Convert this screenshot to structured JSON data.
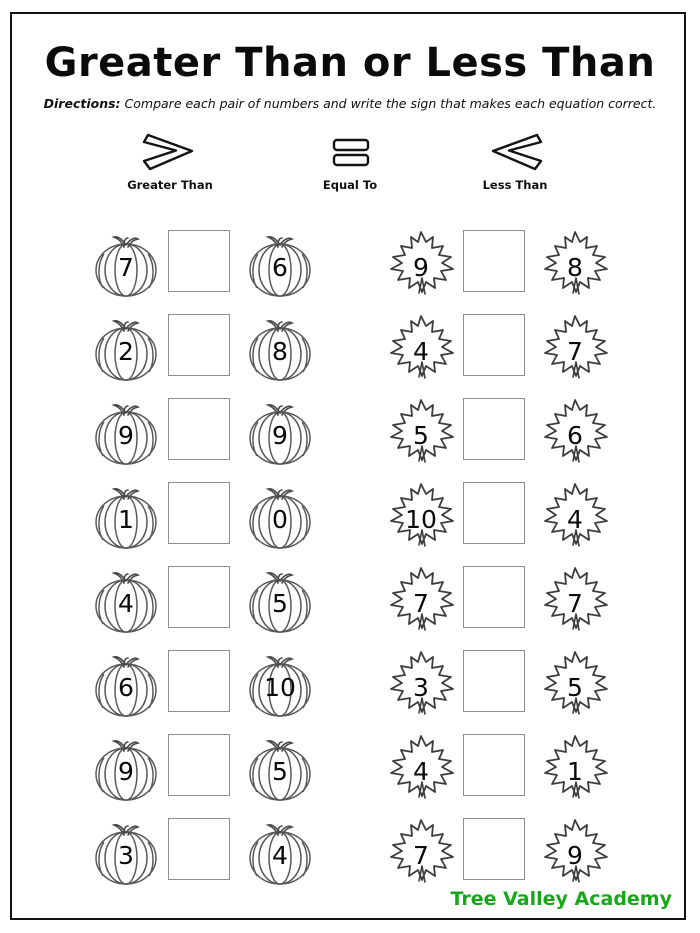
{
  "page": {
    "title": "Greater Than or Less Than",
    "directions_label": "Directions:",
    "directions_text": "Compare each pair of numbers and write the sign that makes each equation correct.",
    "brand": "Tree Valley Academy",
    "brand_color": "#18a718",
    "border_color": "#121212",
    "ink_color": "#0a0a0a"
  },
  "legend": {
    "items": [
      {
        "symbol": ">",
        "icon": "greater-than-icon",
        "label": "Greater Than"
      },
      {
        "symbol": "=",
        "icon": "equal-to-icon",
        "label": "Equal To"
      },
      {
        "symbol": "<",
        "icon": "less-than-icon",
        "label": "Less Than"
      }
    ]
  },
  "columns": [
    {
      "id": "left",
      "figure": "pumpkin",
      "rows": [
        {
          "left": "7",
          "right": "6"
        },
        {
          "left": "2",
          "right": "8"
        },
        {
          "left": "9",
          "right": "9"
        },
        {
          "left": "1",
          "right": "0"
        },
        {
          "left": "4",
          "right": "5"
        },
        {
          "left": "6",
          "right": "10"
        },
        {
          "left": "9",
          "right": "5"
        },
        {
          "left": "3",
          "right": "4"
        }
      ]
    },
    {
      "id": "right",
      "figure": "leaf",
      "rows": [
        {
          "left": "9",
          "right": "8"
        },
        {
          "left": "4",
          "right": "7"
        },
        {
          "left": "5",
          "right": "6"
        },
        {
          "left": "10",
          "right": "4"
        },
        {
          "left": "7",
          "right": "7"
        },
        {
          "left": "3",
          "right": "5"
        },
        {
          "left": "4",
          "right": "1"
        },
        {
          "left": "7",
          "right": "9"
        }
      ]
    }
  ]
}
